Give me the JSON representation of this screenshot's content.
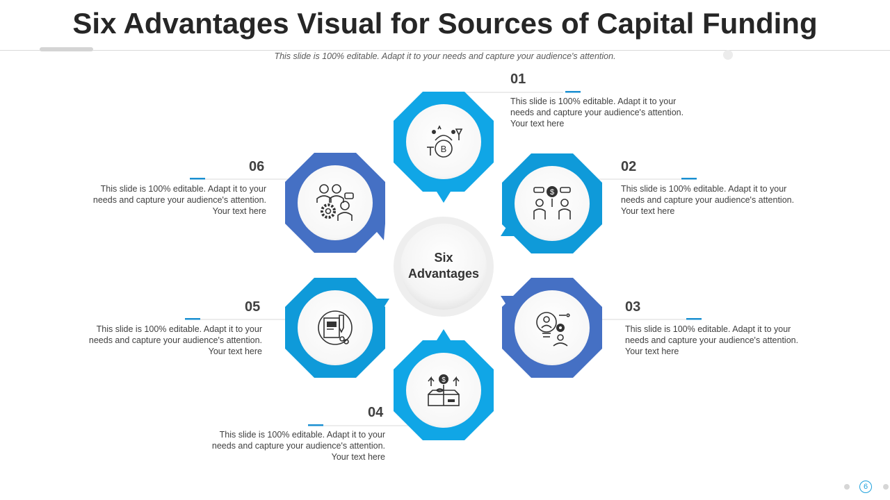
{
  "slide": {
    "title": "Six Advantages Visual for Sources of Capital Funding",
    "subtitle": "This slide is 100% editable. Adapt it to your needs and capture your audience's attention.",
    "center_label": "Six\nAdvantages",
    "page_number": "6"
  },
  "colors": {
    "light_blue": "#10a6e6",
    "dark_blue": "#4570c4",
    "accent": "#1a8fd1"
  },
  "items": [
    {
      "number": "01",
      "text": "This slide is 100% editable. Adapt it to your needs and capture your audience's attention. Your text here",
      "icon": "money-bag-bitcoin-icon"
    },
    {
      "number": "02",
      "text": "This slide is 100% editable. Adapt it to your needs and capture your audience's attention. Your text here",
      "icon": "investor-meeting-icon"
    },
    {
      "number": "03",
      "text": "This slide is 100% editable. Adapt it to your needs and capture your audience's attention. Your text here",
      "icon": "idea-person-gear-icon"
    },
    {
      "number": "04",
      "text": "This slide is 100% editable. Adapt it to your needs and capture your audience's attention. Your text here",
      "icon": "box-growth-dollar-icon"
    },
    {
      "number": "05",
      "text": "This slide is 100% editable. Adapt it to your needs and capture your audience's attention. Your text here",
      "icon": "document-plan-icon"
    },
    {
      "number": "06",
      "text": "This slide is 100% editable. Adapt it to your needs and capture your audience's attention. Your text here",
      "icon": "team-settings-icon"
    }
  ]
}
